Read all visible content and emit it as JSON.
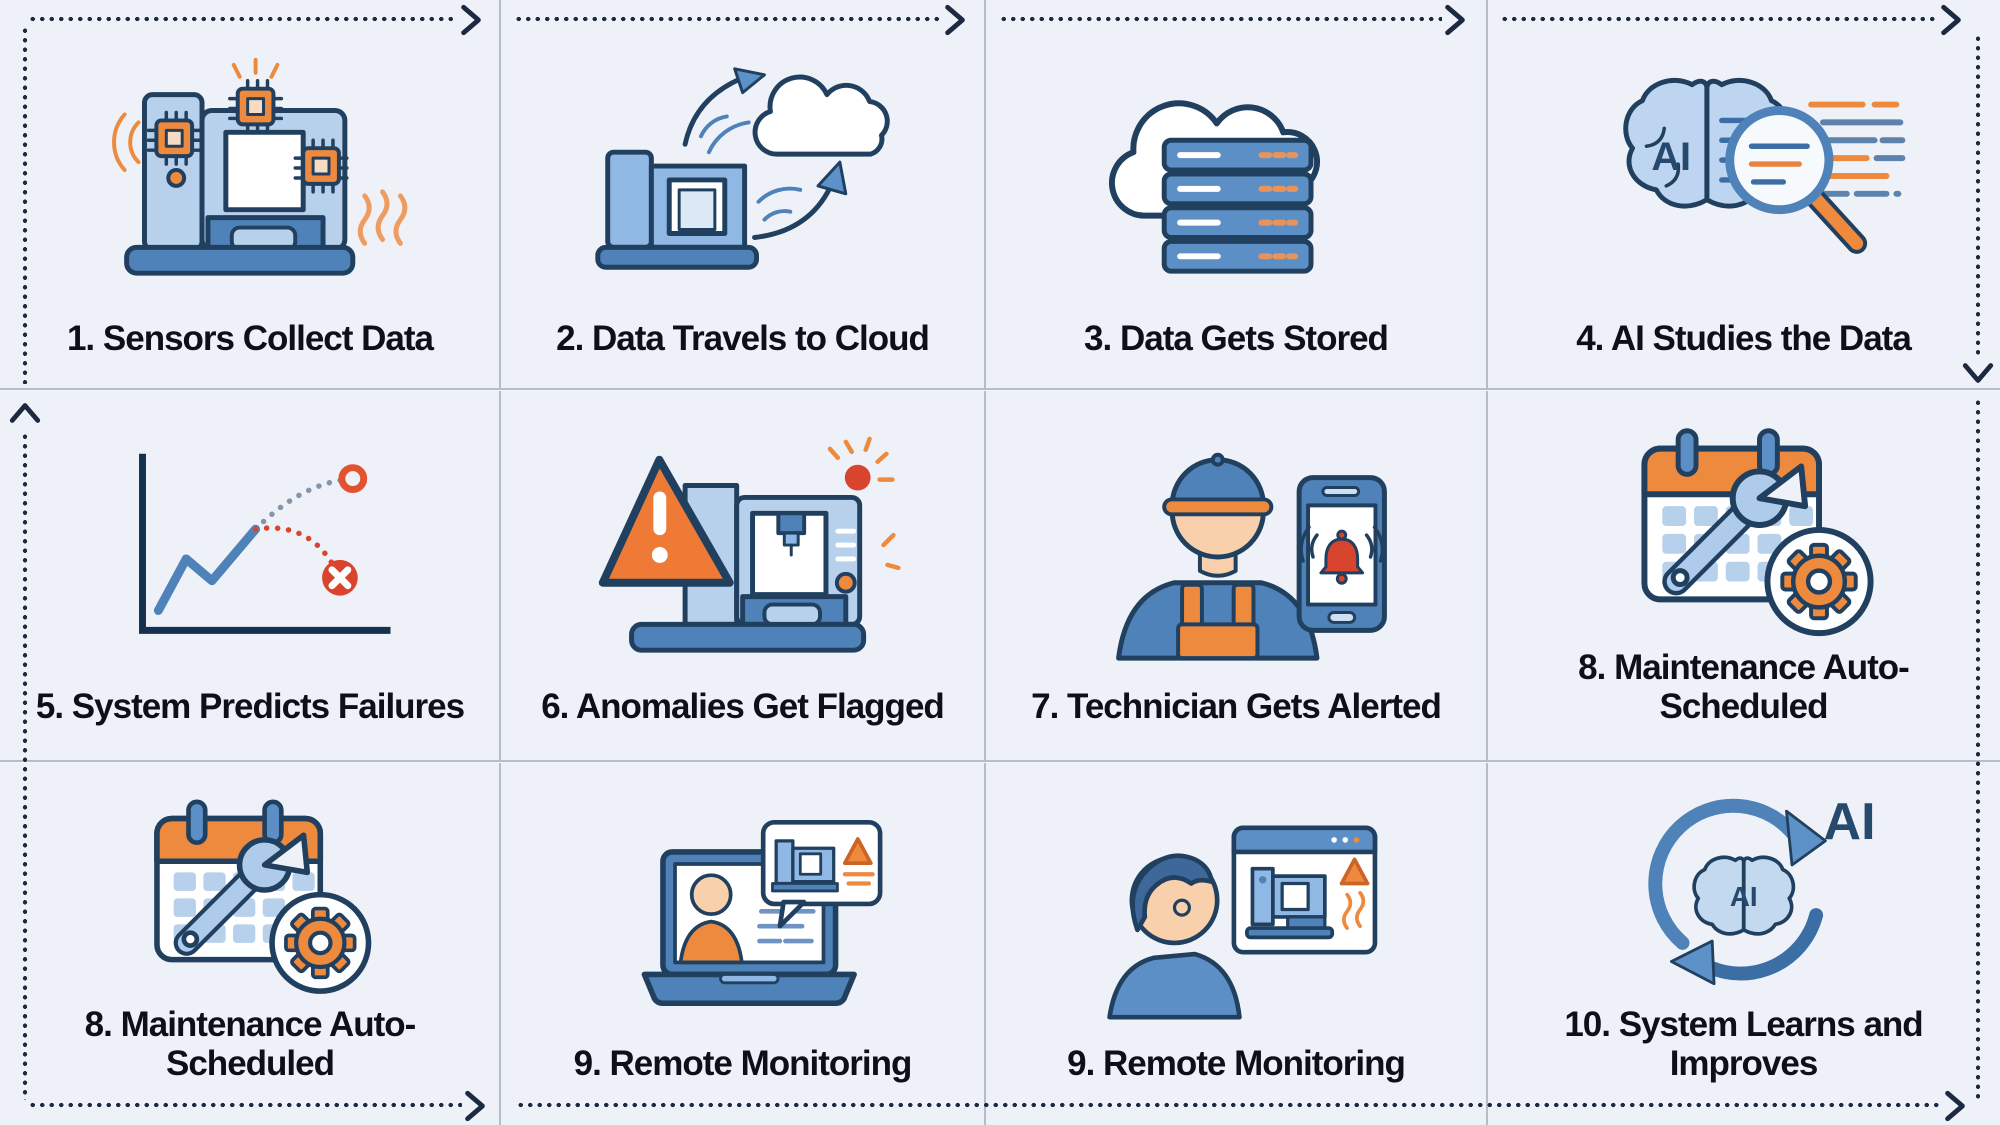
{
  "palette": {
    "background": "#edf1f7",
    "grid_line": "#b6bdc9",
    "arrow_dots": "#1c2940",
    "caption_text": "#0d1117",
    "navy_outline": "#21405f",
    "blue": "#4f82b8",
    "blue_light": "#b7d0ec",
    "blue_pale": "#dbe8f6",
    "orange": "#ee8a3e",
    "red": "#d8442e",
    "skin": "#f8d0ab",
    "white": "#ffffff"
  },
  "flow": {
    "labels": {
      "ai": "AI"
    },
    "steps": [
      {
        "caption": "1. Sensors Collect Data",
        "icon": "machine-sensors-icon"
      },
      {
        "caption": "2. Data Travels to Cloud",
        "icon": "machine-to-cloud-icon"
      },
      {
        "caption": "3. Data Gets Stored",
        "icon": "cloud-servers-icon"
      },
      {
        "caption": "4. AI Studies the Data",
        "icon": "ai-brain-magnifier-icon"
      },
      {
        "caption": "5. System Predicts Failures",
        "icon": "prediction-chart-icon"
      },
      {
        "caption": "6. Anomalies Get Flagged",
        "icon": "machine-warning-icon"
      },
      {
        "caption": "7. Technician Gets Alerted",
        "icon": "technician-alert-icon"
      },
      {
        "caption": "8. Maintenance Auto-Scheduled",
        "icon": "calendar-wrench-gear-icon"
      },
      {
        "caption": "8. Maintenance Auto-Scheduled",
        "icon": "calendar-wrench-gear-icon"
      },
      {
        "caption": "9. Remote Monitoring",
        "icon": "laptop-monitoring-icon"
      },
      {
        "caption": "9. Remote Monitoring",
        "icon": "person-browser-icon"
      },
      {
        "caption": "10. System Learns and Improves",
        "icon": "ai-loop-icon"
      }
    ]
  }
}
